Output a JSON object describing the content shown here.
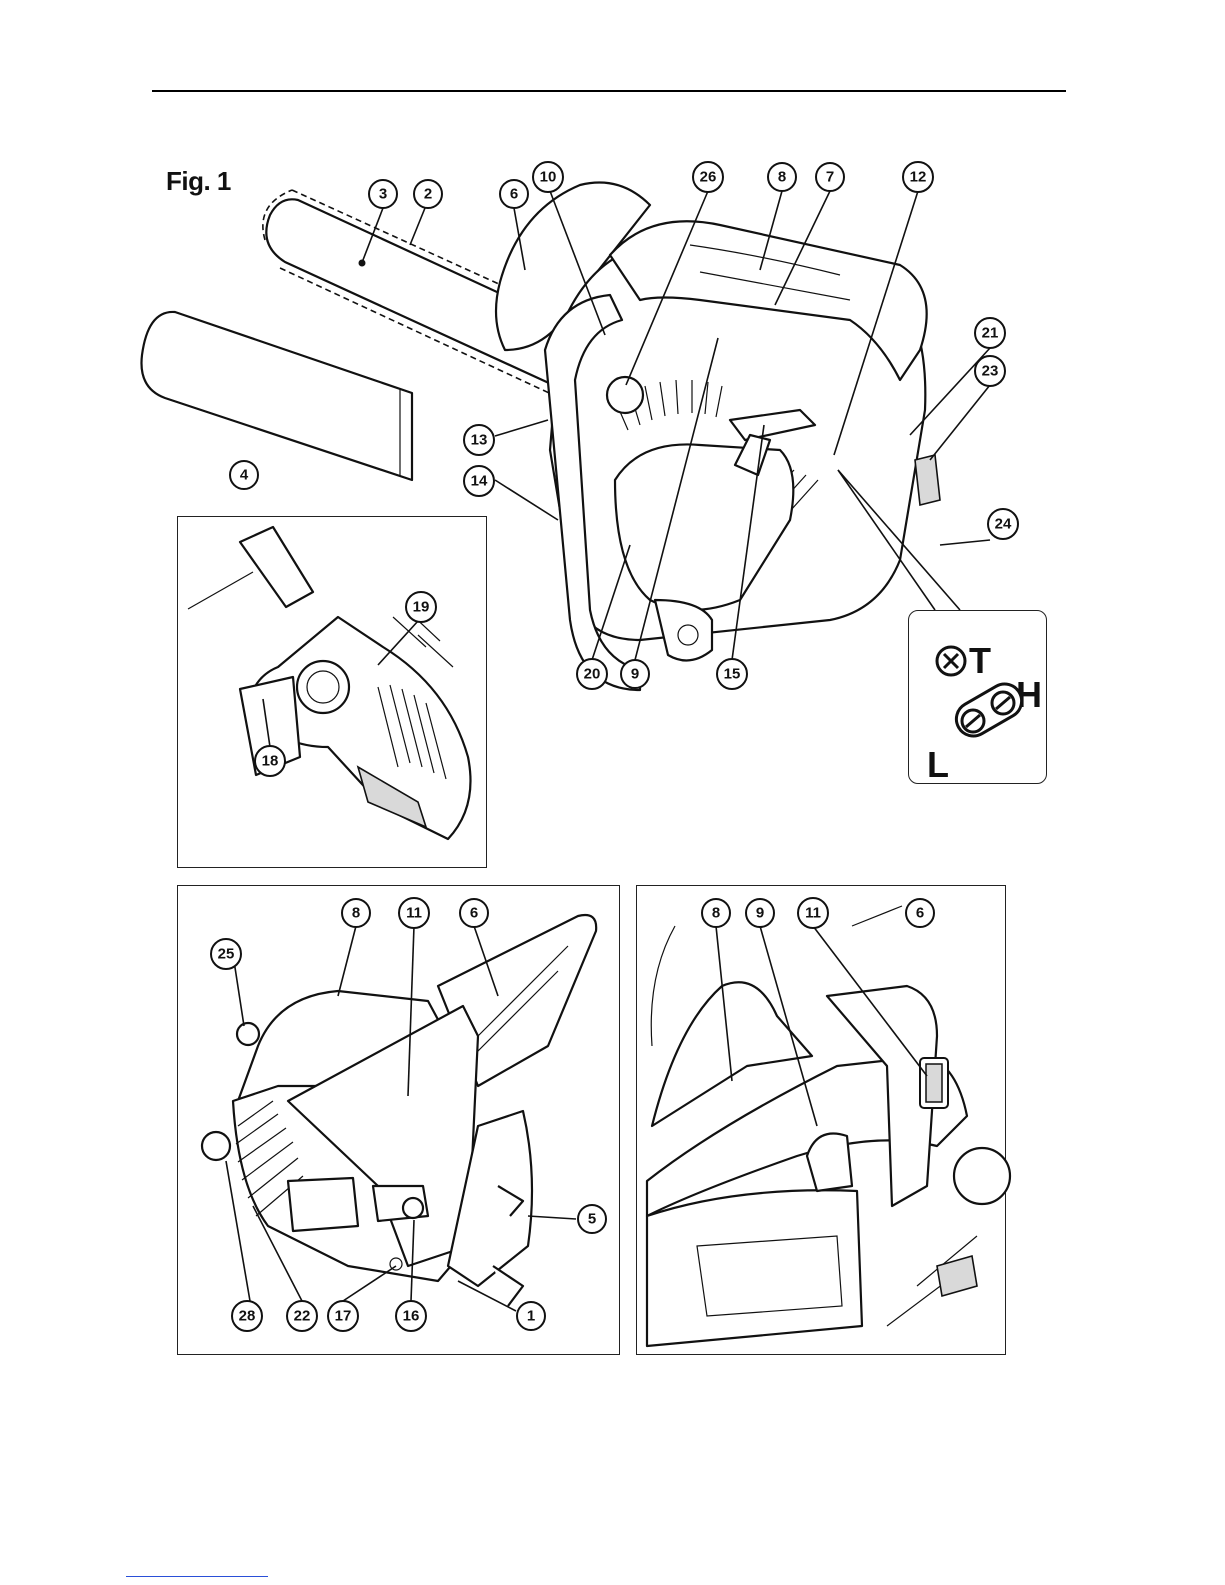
{
  "figure": {
    "title": "Fig. 1",
    "inset_labels": {
      "t": "T",
      "h": "H",
      "l": "L"
    }
  },
  "callouts": {
    "main": [
      "3",
      "2",
      "6",
      "10",
      "26",
      "8",
      "7",
      "12",
      "21",
      "23",
      "4",
      "13",
      "14",
      "24",
      "20",
      "9",
      "15"
    ],
    "detail_chain_brake": [
      "19",
      "18"
    ],
    "bottom_left": [
      "8",
      "11",
      "6",
      "25",
      "5",
      "28",
      "22",
      "17",
      "16",
      "1"
    ],
    "bottom_right": [
      "8",
      "9",
      "11",
      "6"
    ]
  }
}
